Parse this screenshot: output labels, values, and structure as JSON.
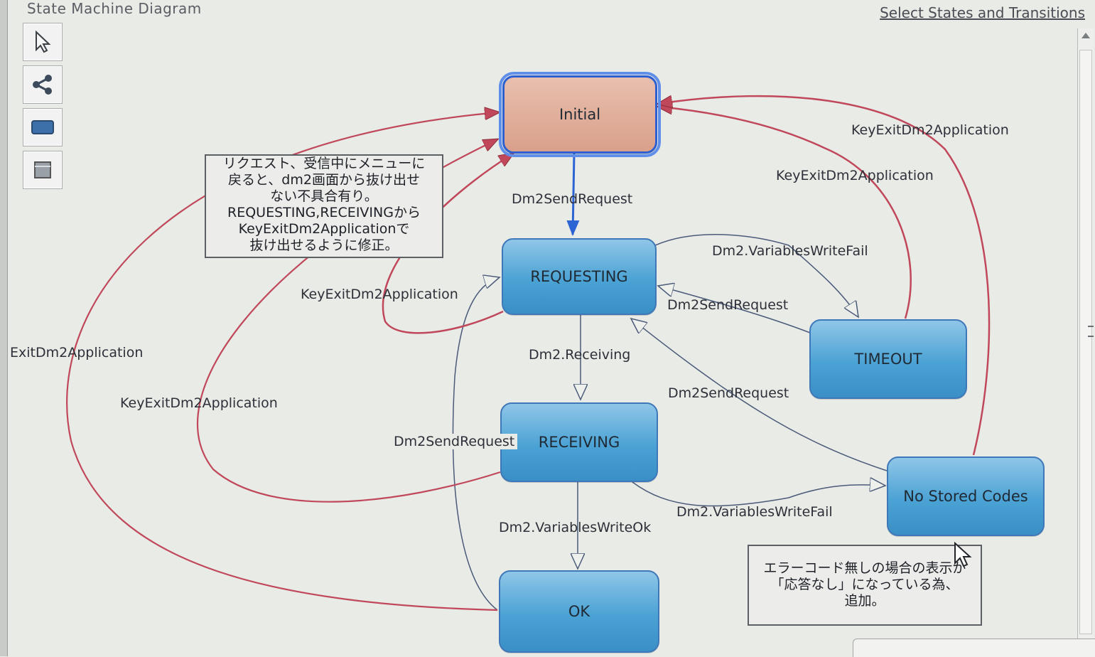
{
  "panel": {
    "title": "State Machine Diagram",
    "select_link": "Select States and Transitions"
  },
  "toolbar": {
    "tools": [
      "pointer-icon",
      "transition-icon",
      "state-icon",
      "note-icon"
    ]
  },
  "states": {
    "initial": "Initial",
    "requesting": "REQUESTING",
    "receiving": "RECEIVING",
    "timeout": "TIMEOUT",
    "no_stored_codes": "No Stored Codes",
    "ok": "OK"
  },
  "notes": {
    "note1": [
      "リクエスト、受信中にメニューに",
      "戻ると、dm2画面から抜け出せ",
      "ない不具合有り。",
      "REQUESTING,RECEIVINGから",
      "KeyExitDm2Applicationで",
      "抜け出せるように修正。"
    ],
    "note2": [
      "エラーコード無しの場合の表示が",
      "「応答なし」になっている為、",
      "追加。"
    ]
  },
  "labels": {
    "key_exit_top_right": "KeyExitDm2Application",
    "key_exit_timeout": "KeyExitDm2Application",
    "dm2_send_request_initial": "Dm2SendRequest",
    "dm2_variables_write_fail_requesting": "Dm2.VariablesWriteFail",
    "dm2_send_request_timeout": "Dm2SendRequest",
    "key_exit_requesting": "KeyExitDm2Application",
    "dm2_receiving": "Dm2.Receiving",
    "key_exit_ok_left": "ExitDm2Application",
    "dm2_send_request_no_codes": "Dm2SendRequest",
    "key_exit_receiving": "KeyExitDm2Application",
    "dm2_send_request_receiving": "Dm2SendRequest",
    "dm2_variables_write_fail_receiving": "Dm2.VariablesWriteFail",
    "dm2_variables_write_ok": "Dm2.VariablesWriteOk"
  },
  "colors": {
    "accent_blue": "#3f78b8",
    "exit_transition": "#c0485a",
    "transition_line": "#4a5a78",
    "initial_fill": "#d9a08b"
  }
}
